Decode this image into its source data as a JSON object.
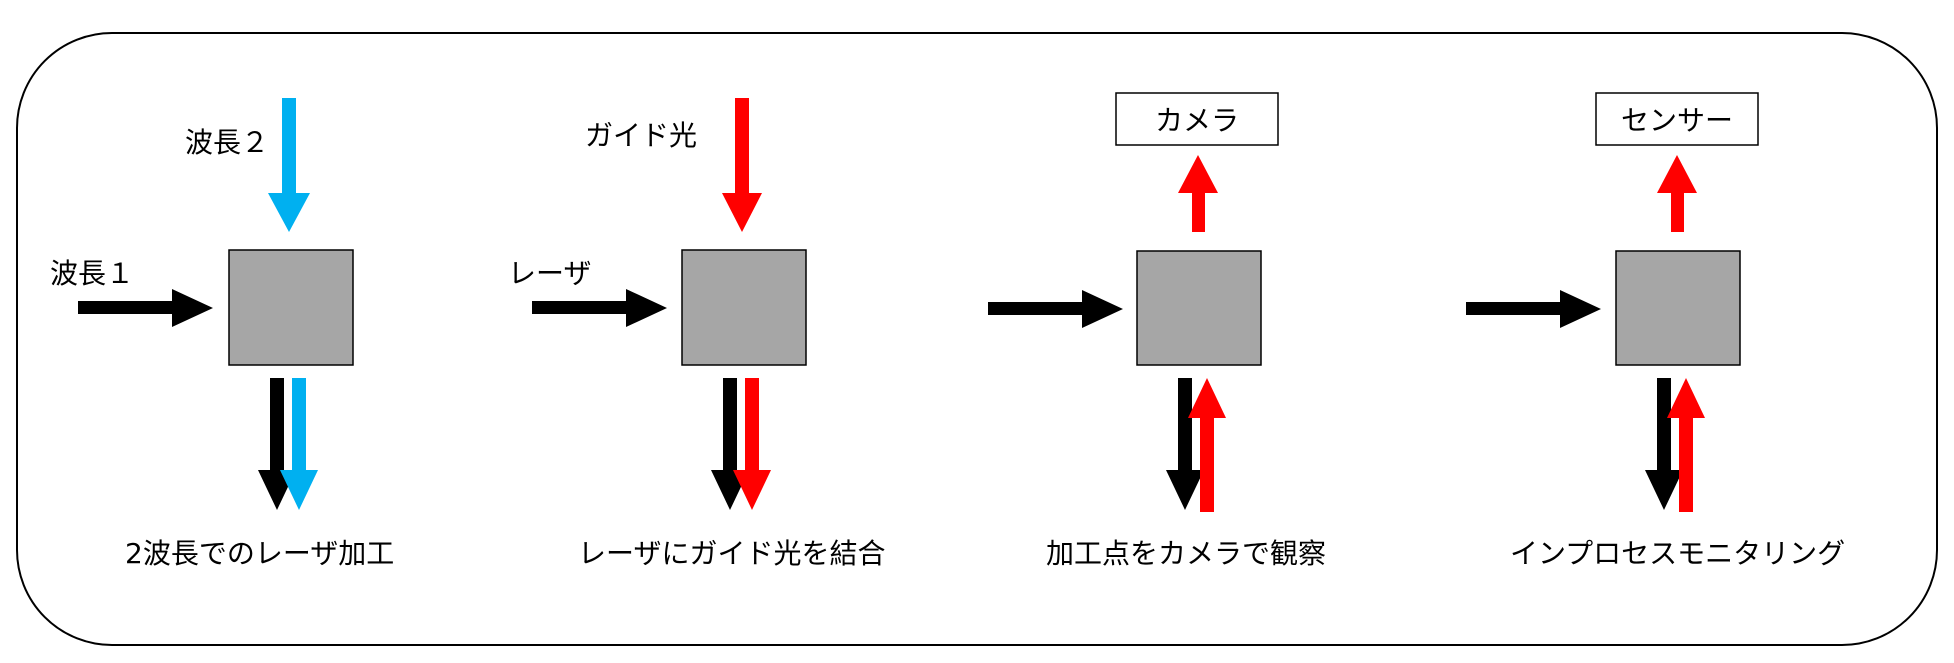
{
  "colors": {
    "beam_primary": "#000000",
    "beam_wavelength2": "#00b0f0",
    "beam_guide": "#ff0000",
    "element_fill": "#a6a6a6",
    "frame_stroke": "#000000"
  },
  "panels": [
    {
      "caption": "2波長でのレーザ加工",
      "input_label_top": "波長２",
      "input_label_left": "波長１"
    },
    {
      "caption": "レーザにガイド光を結合",
      "input_label_top": "ガイド光",
      "input_label_left": "レーザ"
    },
    {
      "caption": "加工点をカメラで観察",
      "output_box": "カメラ"
    },
    {
      "caption": "インプロセスモニタリング",
      "output_box": "センサー"
    }
  ]
}
